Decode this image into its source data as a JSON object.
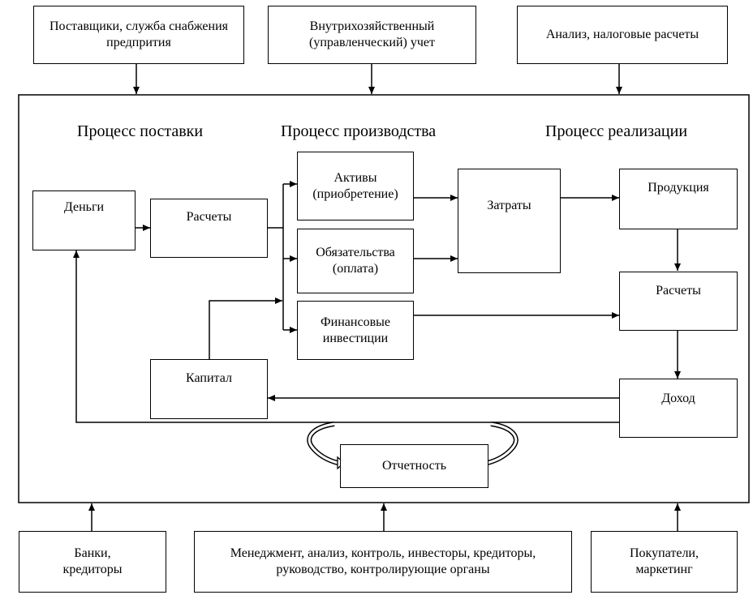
{
  "top_boxes": {
    "suppliers": "Поставщики, служба снабжения предпрития",
    "internal_accounting": "Внутрихозяйственный (управленческий) учет",
    "analysis_tax": "Анализ, налоговые расчеты"
  },
  "headings": {
    "supply": "Процесс поставки",
    "production": "Процесс производства",
    "sales": "Процесс реализации"
  },
  "boxes": {
    "money": "Деньги",
    "settlements_left": "Расчеты",
    "assets": "Активы (приобретение)",
    "liabilities": "Обязательства (оплата)",
    "fin_investments": "Финансовые инвестиции",
    "costs": "Затраты",
    "products": "Продукция",
    "settlements_right": "Расчеты",
    "income": "Доход",
    "capital": "Капитал",
    "reporting": "Отчетность"
  },
  "bottom_boxes": {
    "banks": "Банки, кредиторы",
    "management": "Менеджмент, анализ, контроль, инвесторы, кредиторы, руководство, контролирующие органы",
    "buyers": "Покупатели, маркетинг"
  }
}
